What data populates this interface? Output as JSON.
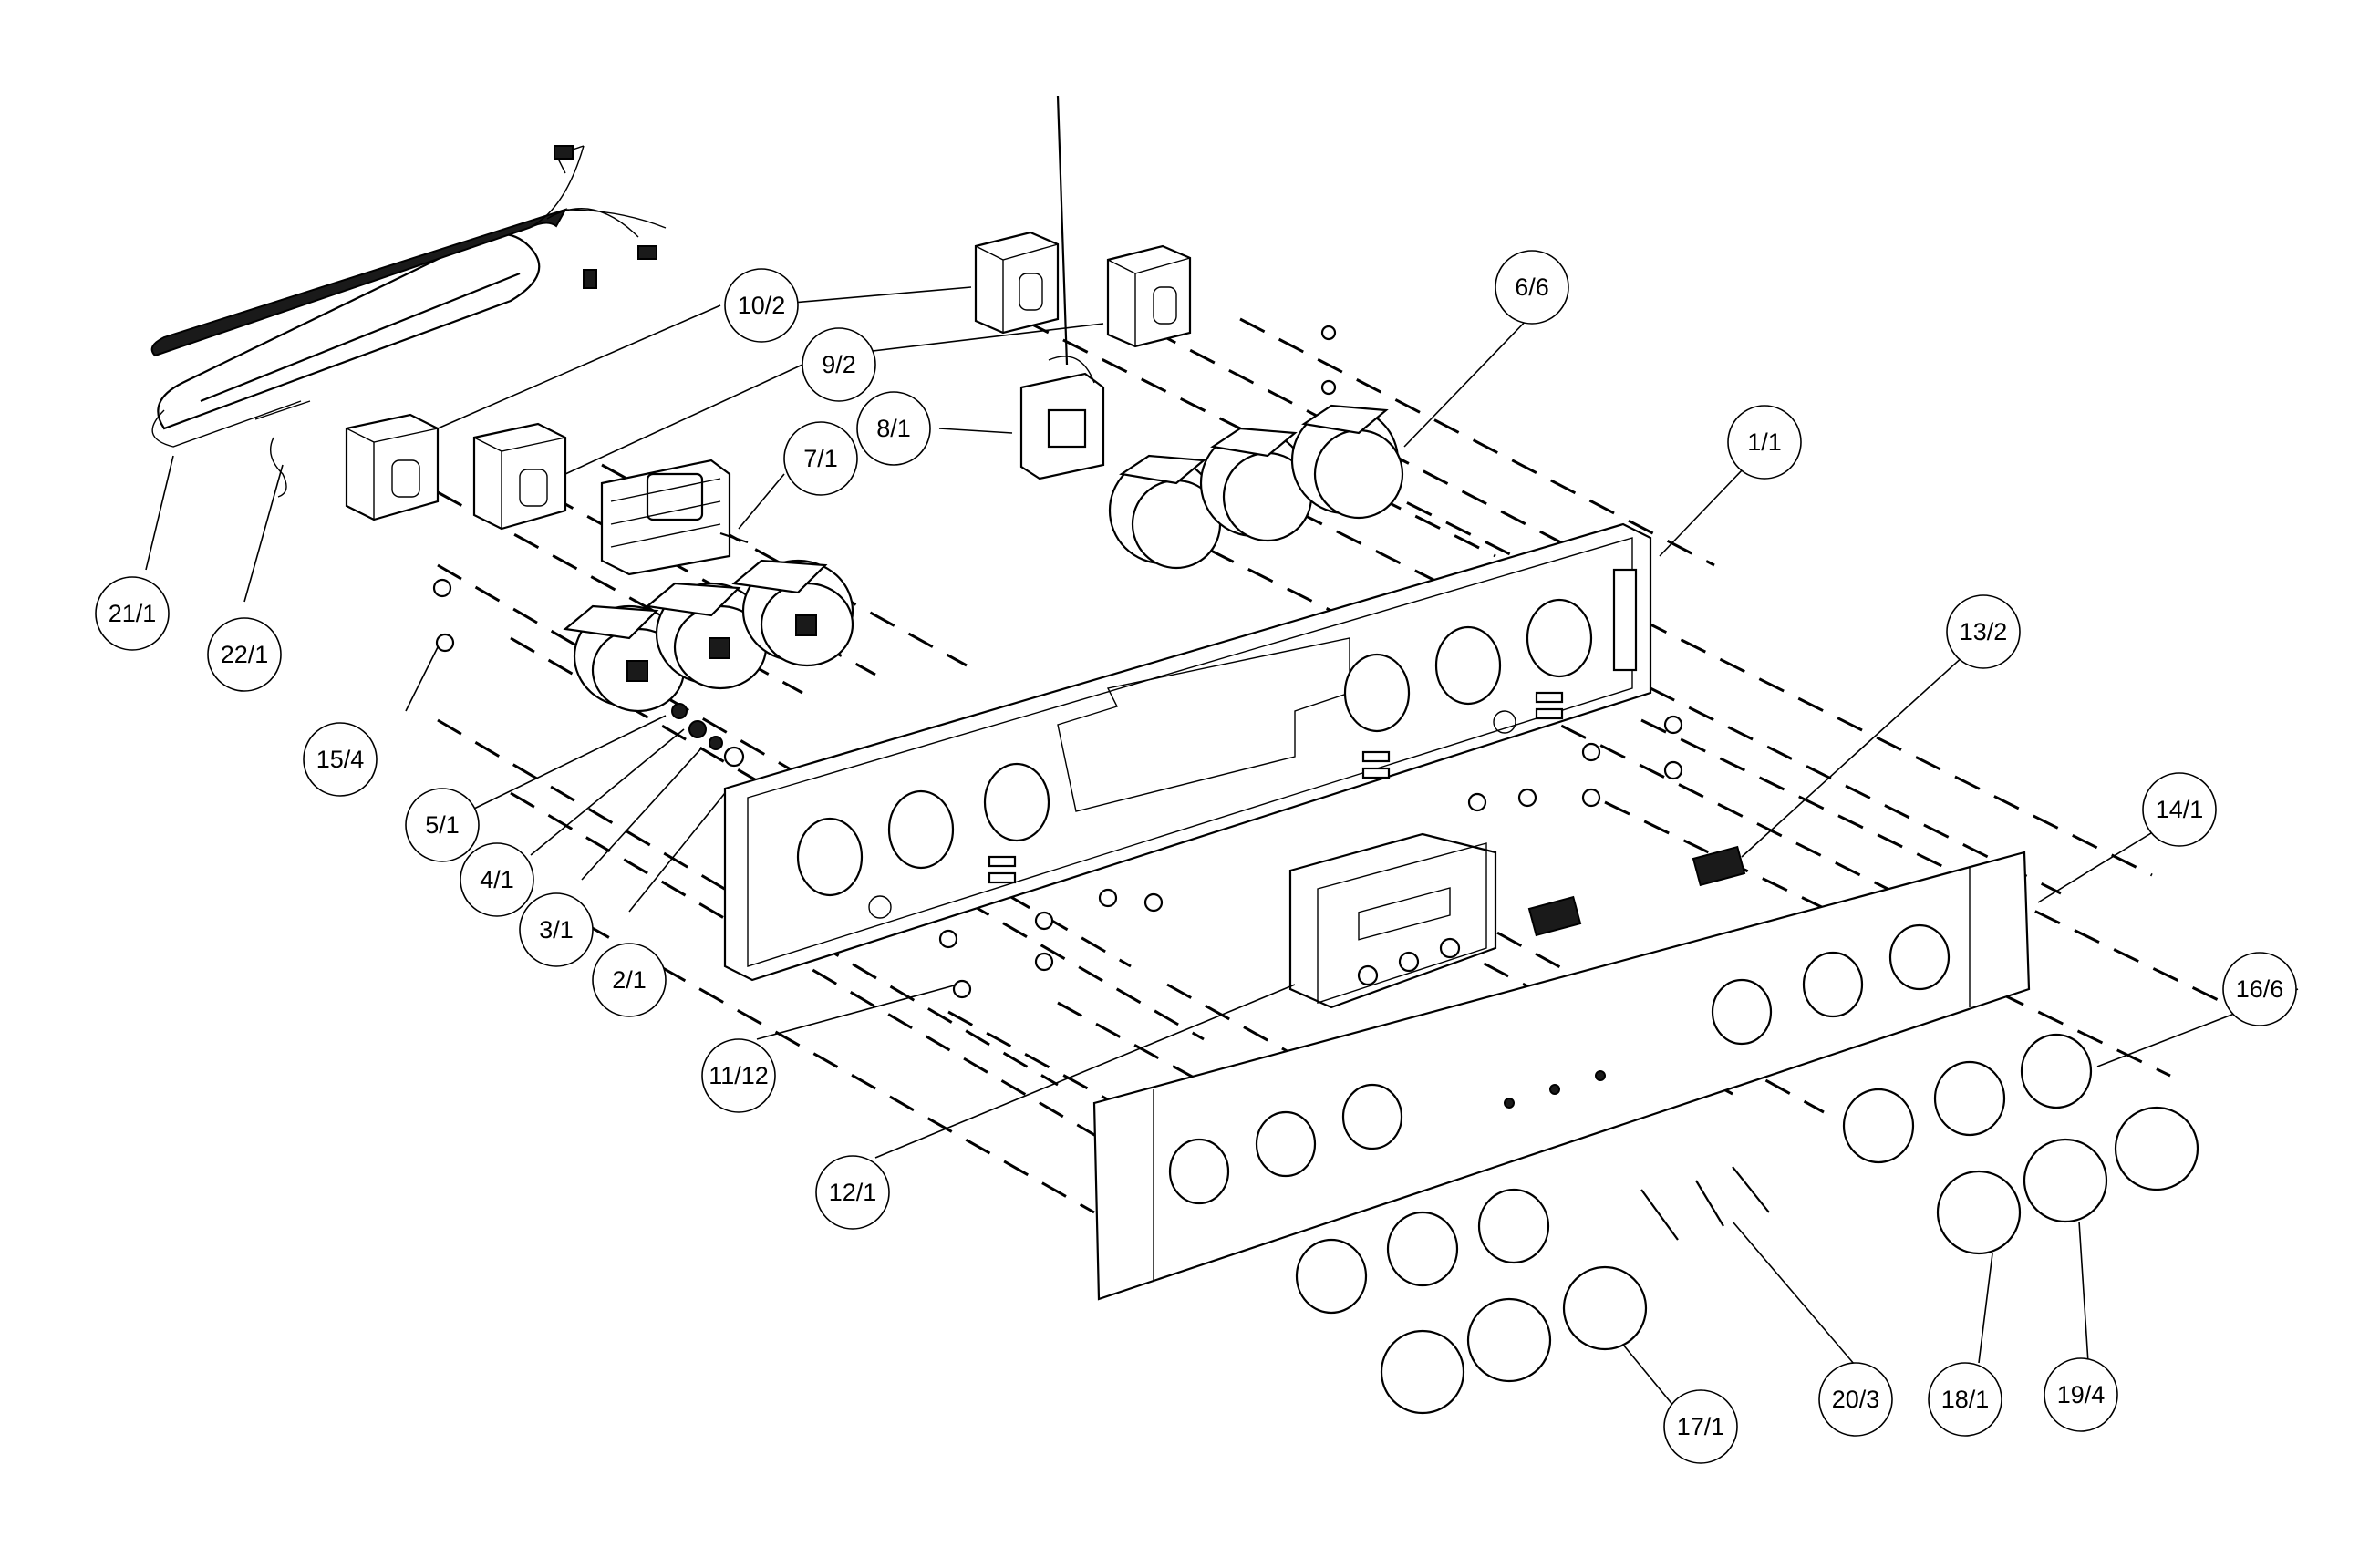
{
  "callouts": [
    {
      "id": "1",
      "label": "1/1"
    },
    {
      "id": "2",
      "label": "2/1"
    },
    {
      "id": "3",
      "label": "3/1"
    },
    {
      "id": "4",
      "label": "4/1"
    },
    {
      "id": "5",
      "label": "5/1"
    },
    {
      "id": "6",
      "label": "6/6"
    },
    {
      "id": "7",
      "label": "7/1"
    },
    {
      "id": "8",
      "label": "8/1"
    },
    {
      "id": "9",
      "label": "9/2"
    },
    {
      "id": "10",
      "label": "10/2"
    },
    {
      "id": "11",
      "label": "11/12"
    },
    {
      "id": "12",
      "label": "12/1"
    },
    {
      "id": "13",
      "label": "13/2"
    },
    {
      "id": "14",
      "label": "14/1"
    },
    {
      "id": "15",
      "label": "15/4"
    },
    {
      "id": "16",
      "label": "16/6"
    },
    {
      "id": "17",
      "label": "17/1"
    },
    {
      "id": "18",
      "label": "18/1"
    },
    {
      "id": "19",
      "label": "19/4"
    },
    {
      "id": "20",
      "label": "20/3"
    },
    {
      "id": "21",
      "label": "21/1"
    },
    {
      "id": "22",
      "label": "22/1"
    }
  ]
}
